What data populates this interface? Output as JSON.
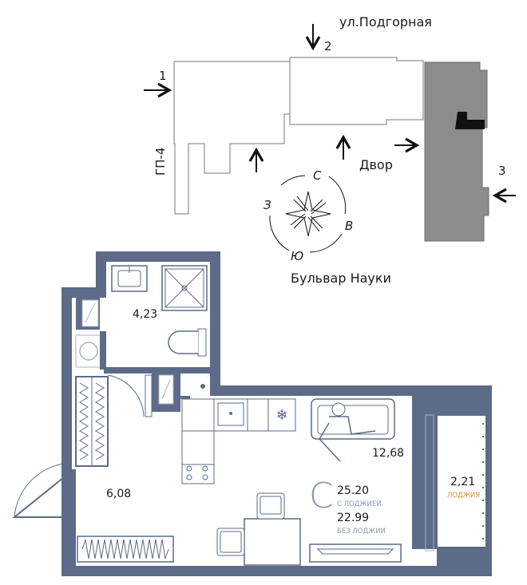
{
  "site": {
    "street_top": "ул.Подгорная",
    "entrance_top": "2",
    "entrance_left": "1",
    "entrance_right": "3",
    "building_label": "ГП-4",
    "yard_label": "Двор",
    "street_bottom": "Бульвар Науки"
  },
  "compass": {
    "north": "С",
    "east": "В",
    "south": "Ю",
    "west": "З"
  },
  "rooms": {
    "bathroom_area": "4,23",
    "hall_area": "6,08",
    "living_area": "12,68",
    "loggia_area": "2,21",
    "loggia_label": "ЛОДЖИЯ"
  },
  "summary": {
    "type_letter": "С",
    "total_with_loggia": "25.20",
    "with_loggia_label": "С ЛОДЖИЕЙ",
    "total_without_loggia": "22.99",
    "without_loggia_label": "БЕЗ ЛОДЖИИ"
  },
  "colors": {
    "wall": "#5b6b88",
    "neighbor_building": "#8c8c8c",
    "text_muted": "#8a96a8",
    "accent": "#d98a2b"
  }
}
